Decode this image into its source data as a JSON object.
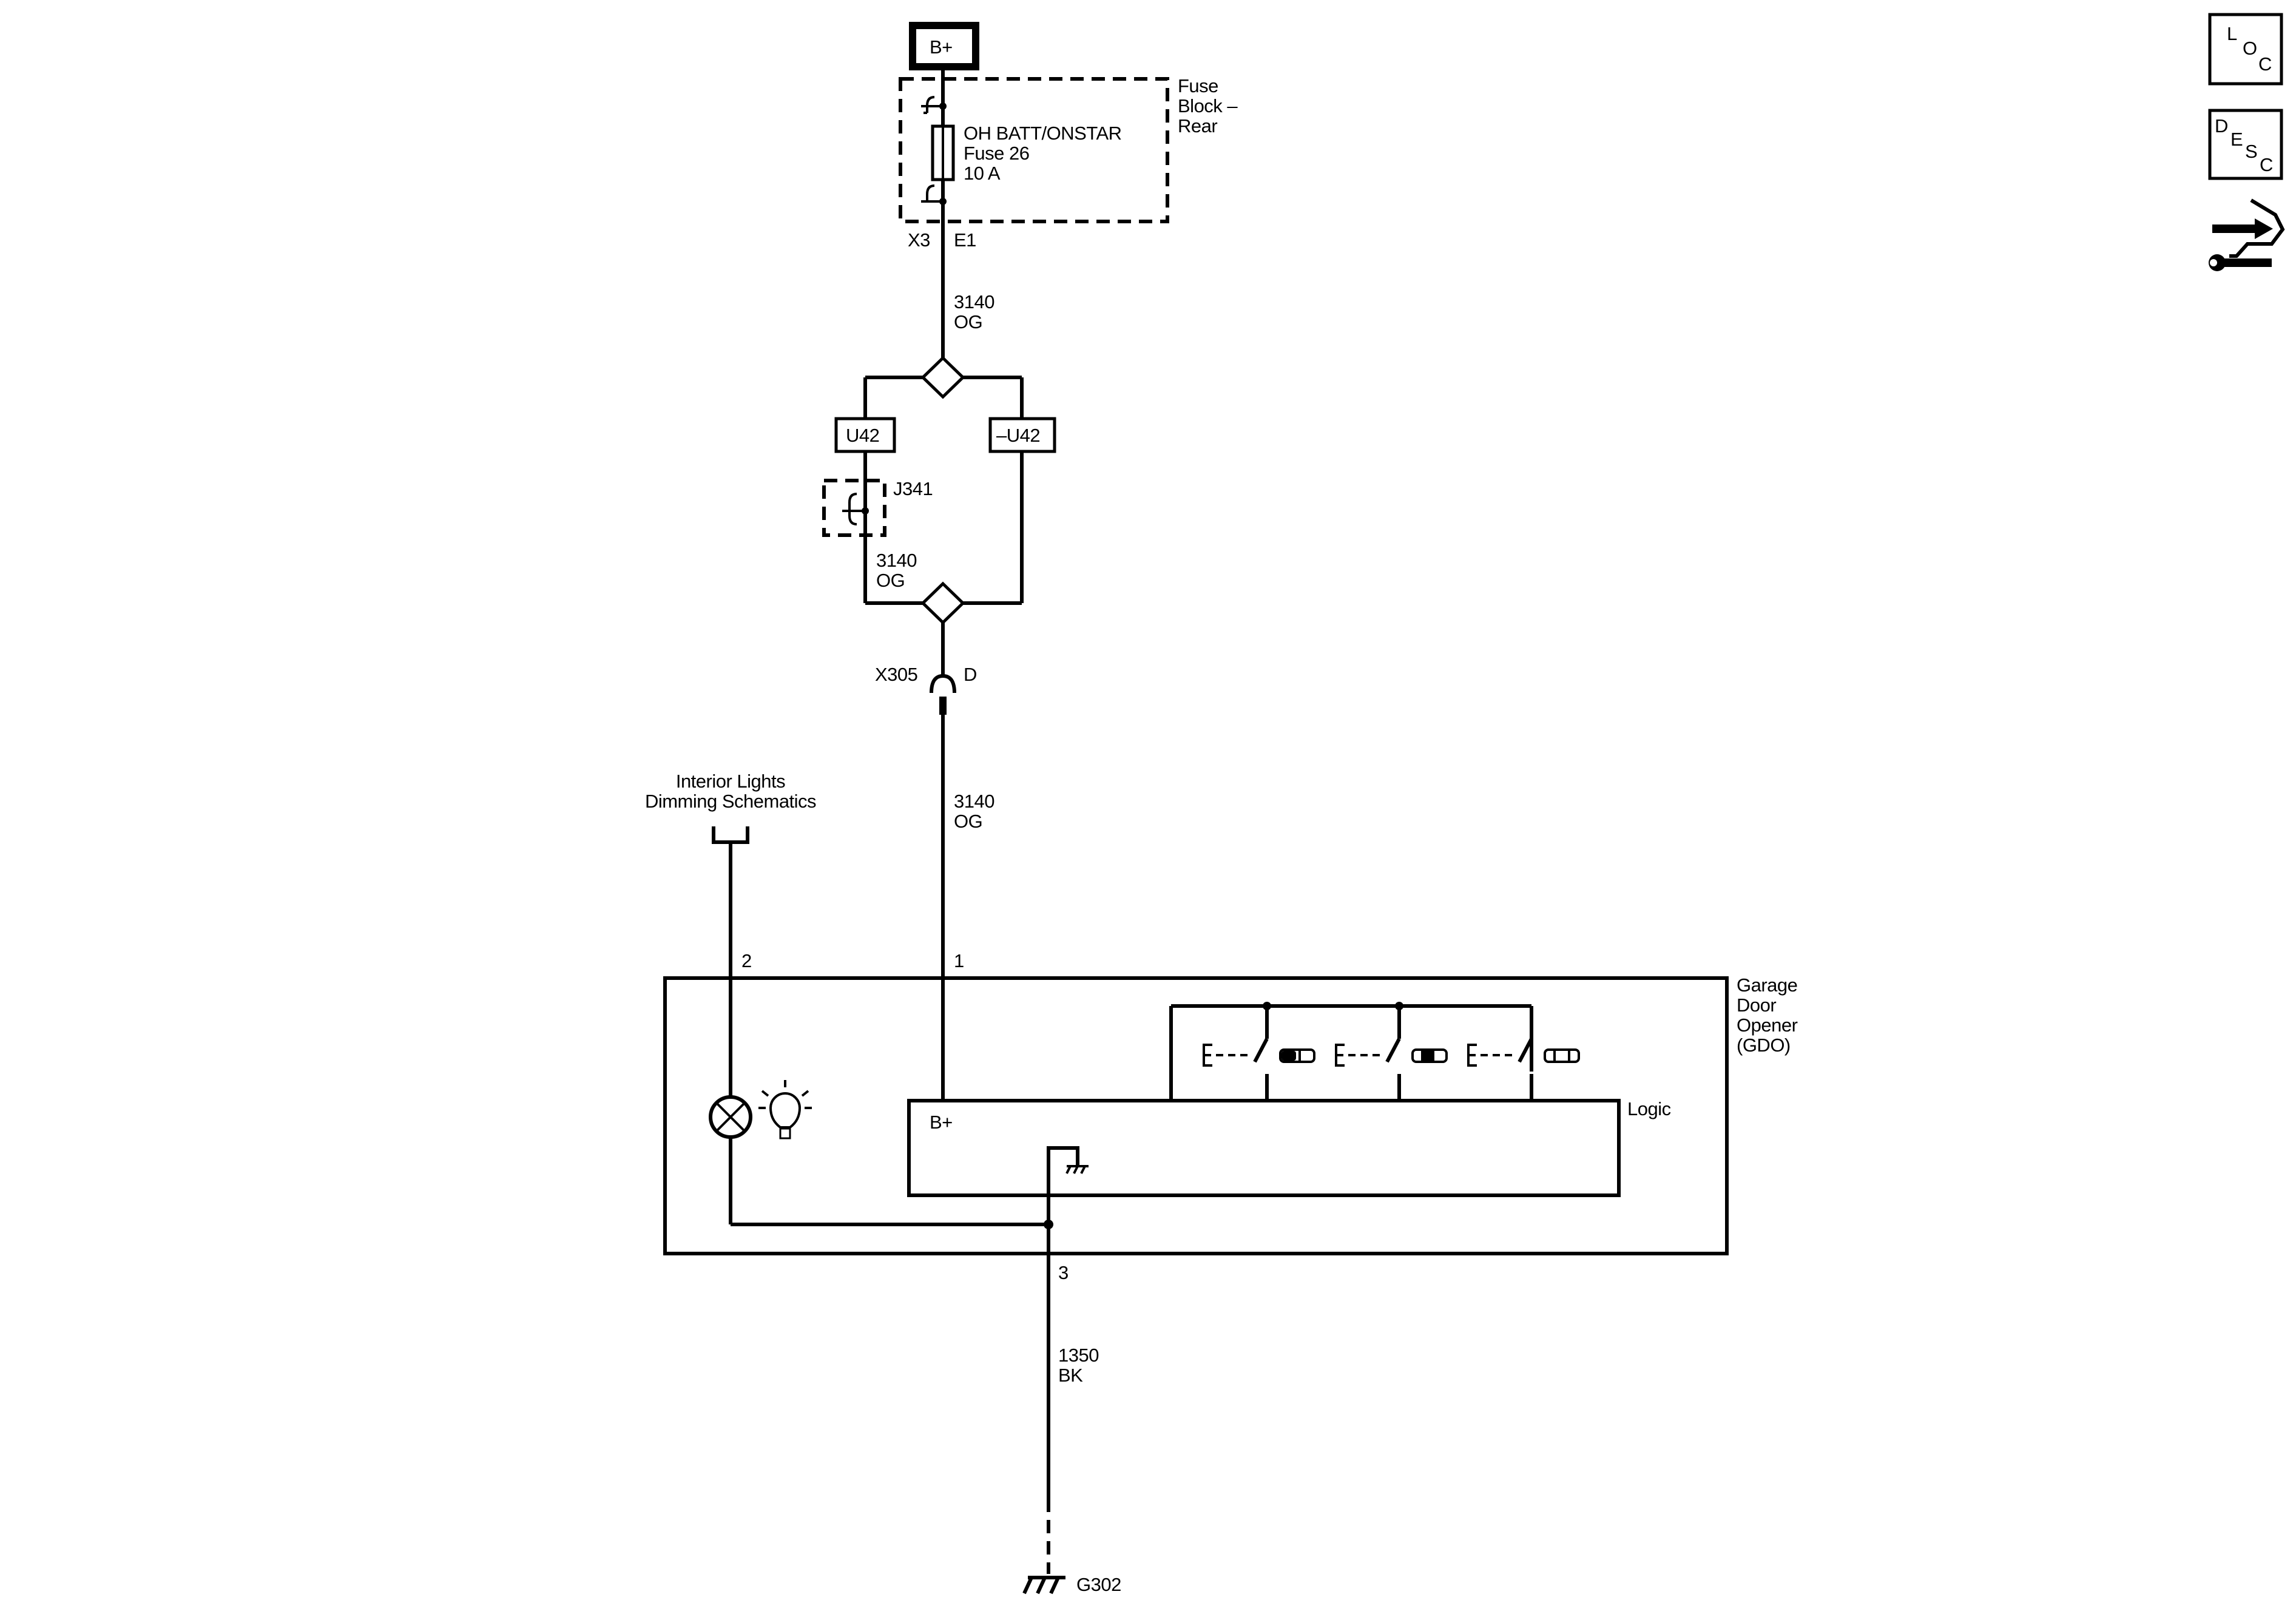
{
  "power": {
    "source": "B+"
  },
  "fuse_block": {
    "name_line1": "Fuse",
    "name_line2": "Block –",
    "name_line3": "Rear",
    "fuse_line1": "OH BATT/ONSTAR",
    "fuse_line2": "Fuse 26",
    "fuse_line3": "10 A",
    "connector": "X3",
    "terminal": "E1"
  },
  "wires": {
    "upper": {
      "circuit": "3140",
      "color": "OG"
    },
    "left_branch": {
      "circuit": "3140",
      "color": "OG"
    },
    "lower": {
      "circuit": "3140",
      "color": "OG"
    },
    "ground": {
      "circuit": "1350",
      "color": "BK"
    }
  },
  "options": {
    "with": "U42",
    "without": "–U42"
  },
  "splice_pack": {
    "label": "J341"
  },
  "inline_connector": {
    "label": "X305",
    "terminal": "D"
  },
  "dimming_ref": {
    "line1": "Interior Lights",
    "line2": "Dimming Schematics"
  },
  "gdo": {
    "name_line1": "Garage",
    "name_line2": "Door",
    "name_line3": "Opener",
    "name_line4": "(GDO)",
    "pin_dimming": "2",
    "pin_power": "1",
    "pin_ground": "3",
    "logic_label": "Logic",
    "logic_bplus": "B+"
  },
  "ground": {
    "label": "G302"
  },
  "side_icons": [
    {
      "name": "location-icon",
      "letters": [
        "L",
        "O",
        "C"
      ]
    },
    {
      "name": "description-icon",
      "letters": [
        "D",
        "E",
        "S",
        "C"
      ]
    },
    {
      "name": "diagnostic-tool-icon",
      "letters": []
    }
  ]
}
